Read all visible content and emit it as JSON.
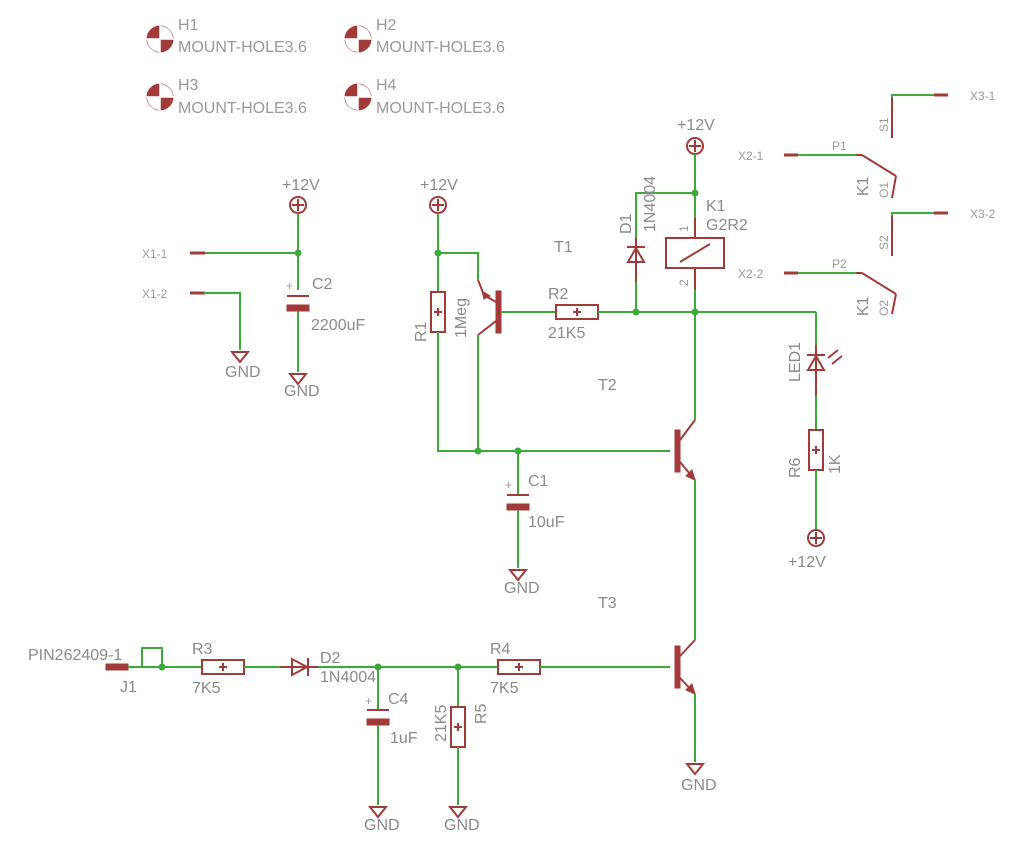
{
  "colors": {
    "wire": "#3cab3c",
    "part": "#a33a3a",
    "label": "#999999",
    "background": "#ffffff"
  },
  "mount_holes": [
    {
      "name": "H1",
      "value": "MOUNT-HOLE3.6"
    },
    {
      "name": "H2",
      "value": "MOUNT-HOLE3.6"
    },
    {
      "name": "H3",
      "value": "MOUNT-HOLE3.6"
    },
    {
      "name": "H4",
      "value": "MOUNT-HOLE3.6"
    }
  ],
  "supply": {
    "vcc": "+12V",
    "gnd": "GND"
  },
  "connectors": {
    "x1_1": "X1-1",
    "x1_2": "X1-2",
    "x2_1": "X2-1",
    "x2_2": "X2-2",
    "x3_1": "X3-1",
    "x3_2": "X3-2",
    "j1_value": "PIN262409-1",
    "j1_name": "J1"
  },
  "components": {
    "c2": {
      "name": "C2",
      "value": "2200uF"
    },
    "c1": {
      "name": "C1",
      "value": "10uF"
    },
    "c4": {
      "name": "C4",
      "value": "1uF"
    },
    "r1": {
      "name": "R1",
      "value": "1Meg"
    },
    "r2": {
      "name": "R2",
      "value": "21K5"
    },
    "r3": {
      "name": "R3",
      "value": "7K5"
    },
    "r4": {
      "name": "R4",
      "value": "7K5"
    },
    "r5": {
      "name": "R5",
      "value": "21K5"
    },
    "r6": {
      "name": "R6",
      "value": "1K"
    },
    "d1": {
      "name": "D1",
      "value": "1N4004"
    },
    "d2": {
      "name": "D2",
      "value": "1N4004"
    },
    "t1": {
      "name": "T1"
    },
    "t2": {
      "name": "T2"
    },
    "t3": {
      "name": "T3"
    },
    "led1": {
      "name": "LED1"
    },
    "k1": {
      "name": "K1",
      "value": "G2R2"
    }
  },
  "relay_contacts": {
    "p1": "P1",
    "p2": "P2",
    "s1": "S1",
    "s2": "S2",
    "o1": "O1",
    "o2": "O2",
    "k1": "K1",
    "pin1": "1",
    "pin2": "2"
  }
}
